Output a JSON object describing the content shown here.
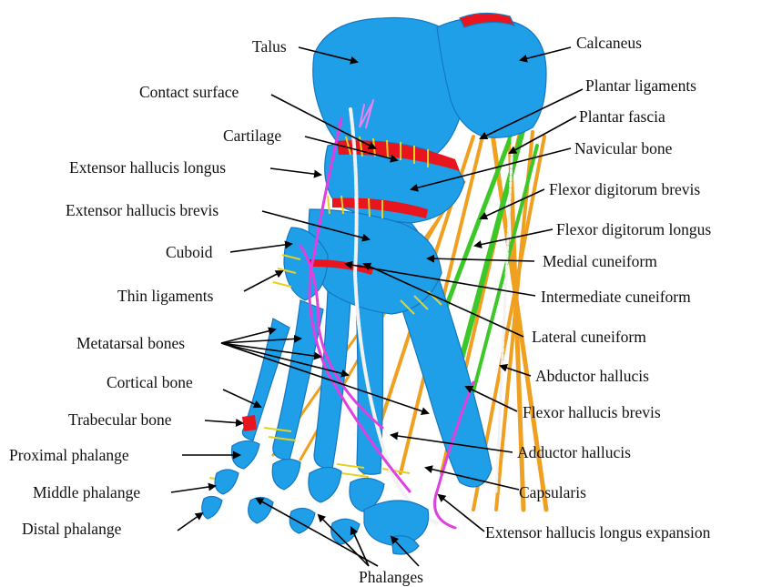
{
  "labels": {
    "talus": "Talus",
    "calcaneus": "Calcaneus",
    "contact_surface": "Contact surface",
    "plantar_ligaments": "Plantar ligaments",
    "plantar_fascia": "Plantar fascia",
    "cartilage": "Cartilage",
    "navicular_bone": "Navicular bone",
    "extensor_hallucis_longus": "Extensor hallucis longus",
    "flexor_digitorum_brevis": "Flexor digitorum brevis",
    "extensor_hallucis_brevis": "Extensor hallucis brevis",
    "flexor_digitorum_longus": "Flexor digitorum longus",
    "cuboid": "Cuboid",
    "medial_cuneiform": "Medial cuneiform",
    "thin_ligaments": "Thin ligaments",
    "intermediate_cuneiform": "Intermediate cuneiform",
    "metatarsal_bones": "Metatarsal bones",
    "lateral_cuneiform": "Lateral cuneiform",
    "cortical_bone": "Cortical bone",
    "abductor_hallucis": "Abductor hallucis",
    "flexor_hallucis_brevis": "Flexor hallucis brevis",
    "trabecular_bone": "Trabecular bone",
    "proximal_phalange": "Proximal phalange",
    "adductor_hallucis": "Adductor hallucis",
    "middle_phalange": "Middle phalange",
    "capsularis": "Capsularis",
    "distal_phalange": "Distal phalange",
    "extensor_hallucis_longus_expansion": "Extensor hallucis longus expansion",
    "phalanges": "Phalanges"
  },
  "colors": {
    "bone": "#1e9fe8",
    "bone_shadow": "#1577c0",
    "cartilage": "#e8141e",
    "ligament": "#f0a020",
    "ligament_yellow": "#e8d020",
    "fascia_green": "#3cc828",
    "tendon_magenta": "#e040e0",
    "tendon_white": "#f2f2f2",
    "label_text": "#111111"
  }
}
